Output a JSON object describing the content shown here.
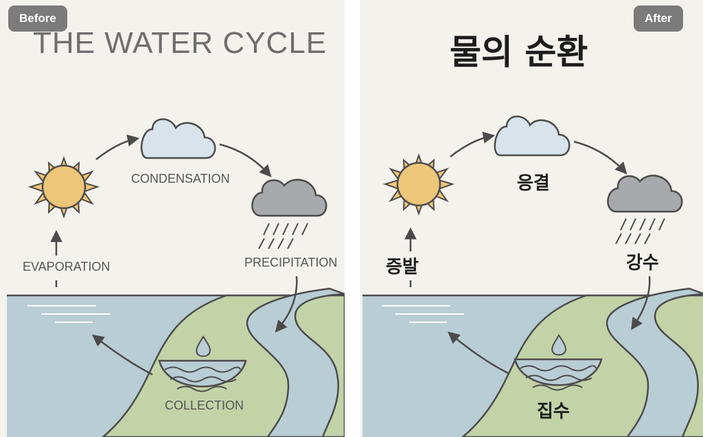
{
  "before": {
    "badge": "Before",
    "title": "THE WATER CYCLE",
    "labels": {
      "condensation": "CONDENSATION",
      "evaporation": "EVAPORATION",
      "precipitation": "PRECIPITATION",
      "collection": "COLLECTION"
    }
  },
  "after": {
    "badge": "After",
    "title": "물의 순환",
    "labels": {
      "condensation": "응결",
      "evaporation": "증발",
      "precipitation": "강수",
      "collection": "집수"
    }
  },
  "colors": {
    "background": "#f4f2ec",
    "water": "#b9cdd5",
    "land": "#c2d3a8",
    "sun": "#eec679",
    "cloud_light": "#d8e3eb",
    "cloud_dark": "#a7a9ac",
    "line": "#4b4b4b",
    "badge": "#7b7b7b"
  }
}
